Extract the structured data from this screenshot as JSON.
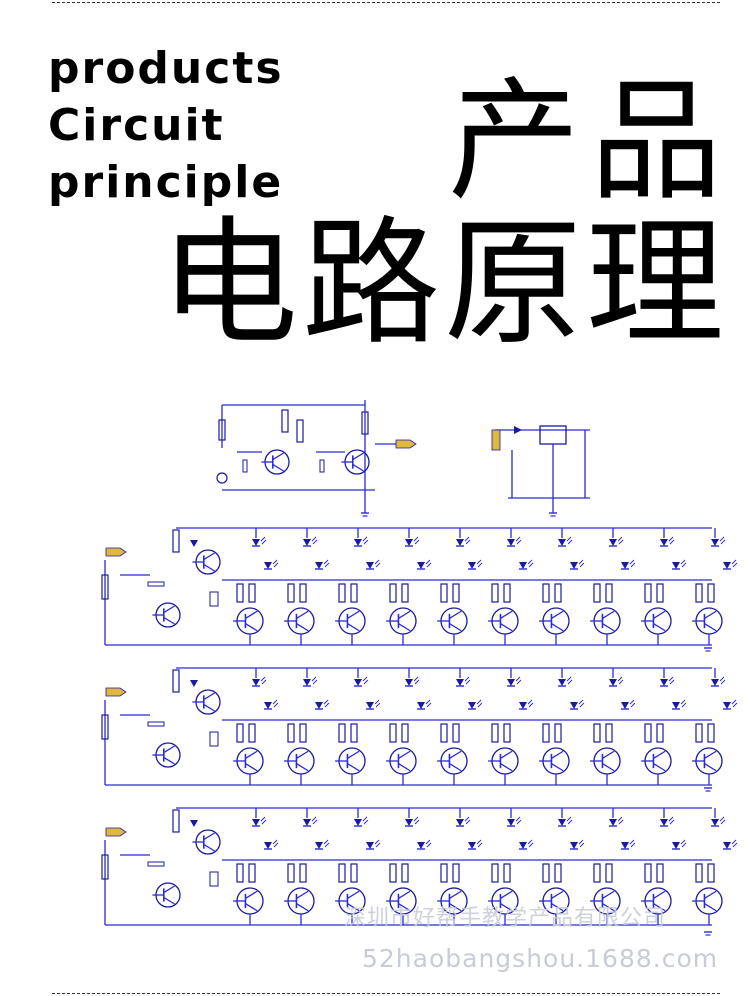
{
  "title_en": [
    "products",
    "Circuit",
    "principle"
  ],
  "title_zh": {
    "line1": "产品",
    "line2": "电路原理"
  },
  "schematic": {
    "colors": {
      "wire": "#2a2ad6",
      "component": "#1a1aa0",
      "label_bg": "#e0b840",
      "ground": "#c81e1e"
    }
  },
  "watermark": {
    "company": "深圳市好帮手教学产品有限公司",
    "url": "52haobangshou.1688.com"
  }
}
